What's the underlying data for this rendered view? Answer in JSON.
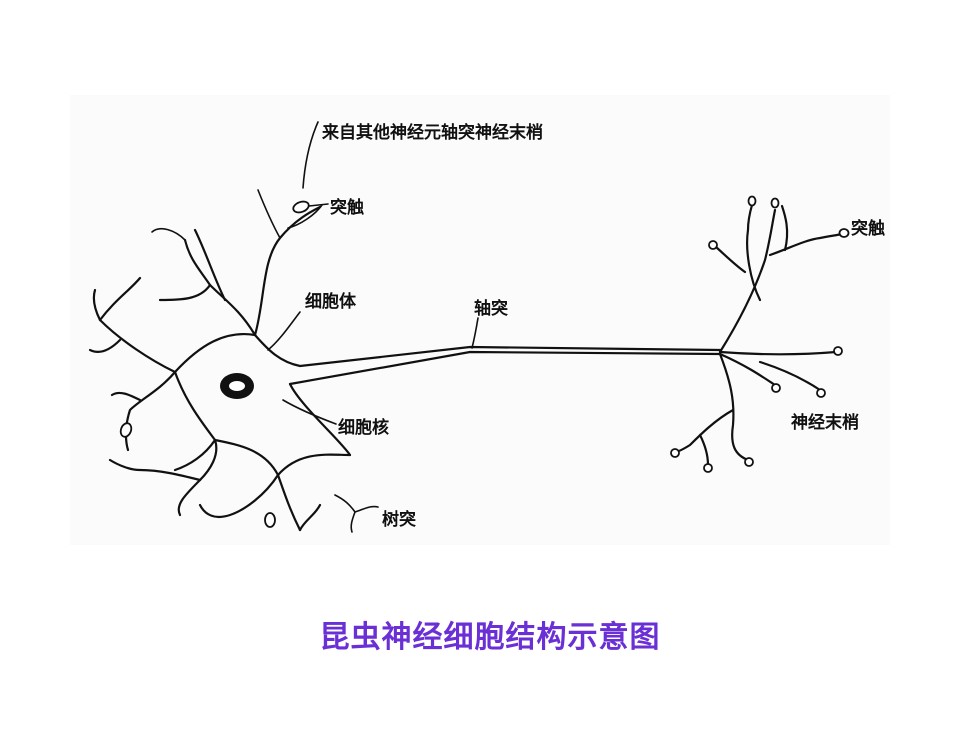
{
  "labels": {
    "from_axon": "来自其他神经元轴突神经末梢",
    "synapse_left": "突触",
    "cell_body": "细胞体",
    "axon": "轴突",
    "nucleus": "细胞核",
    "dendrite": "树突",
    "synapse_right": "突触",
    "nerve_terminal": "神经末梢"
  },
  "caption": "昆虫神经细胞结构示意图",
  "colors": {
    "caption": "#6b2fd6",
    "line": "#111111"
  }
}
